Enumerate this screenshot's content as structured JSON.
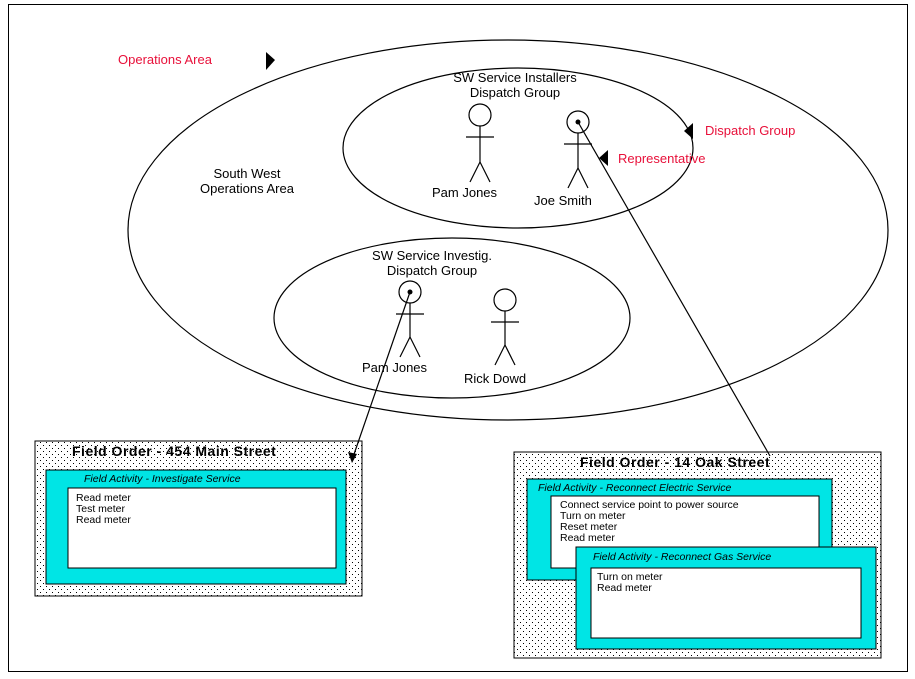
{
  "labels": {
    "operations_area": "Operations Area",
    "dispatch_group": "Dispatch Group",
    "representative": "Representative",
    "sw_area_line1": "South West",
    "sw_area_line2": "Operations Area"
  },
  "groups": [
    {
      "title_line1": "SW Service Installers",
      "title_line2": "Dispatch Group",
      "people": [
        "Pam Jones",
        "Joe Smith"
      ]
    },
    {
      "title_line1": "SW Service Investig.",
      "title_line2": "Dispatch Group",
      "people": [
        "Pam Jones",
        "Rick Dowd"
      ]
    }
  ],
  "field_orders": [
    {
      "title": "Field Order - 454 Main Street",
      "activities": [
        {
          "title": "Field Activity - Investigate Service",
          "tasks": [
            "Read meter",
            "Test meter",
            "Read meter"
          ]
        }
      ]
    },
    {
      "title": "Field Order - 14 Oak Street",
      "activities": [
        {
          "title": "Field Activity - Reconnect Electric Service",
          "tasks": [
            "Connect service point to power source",
            "Turn on meter",
            "Reset meter",
            "Read meter"
          ]
        },
        {
          "title": "Field Activity - Reconnect Gas Service",
          "tasks": [
            "Turn on meter",
            "Read meter"
          ]
        }
      ]
    }
  ],
  "colors": {
    "label_red": "#e8103a",
    "activity_cyan": "#00e5e5",
    "line": "#000000"
  }
}
